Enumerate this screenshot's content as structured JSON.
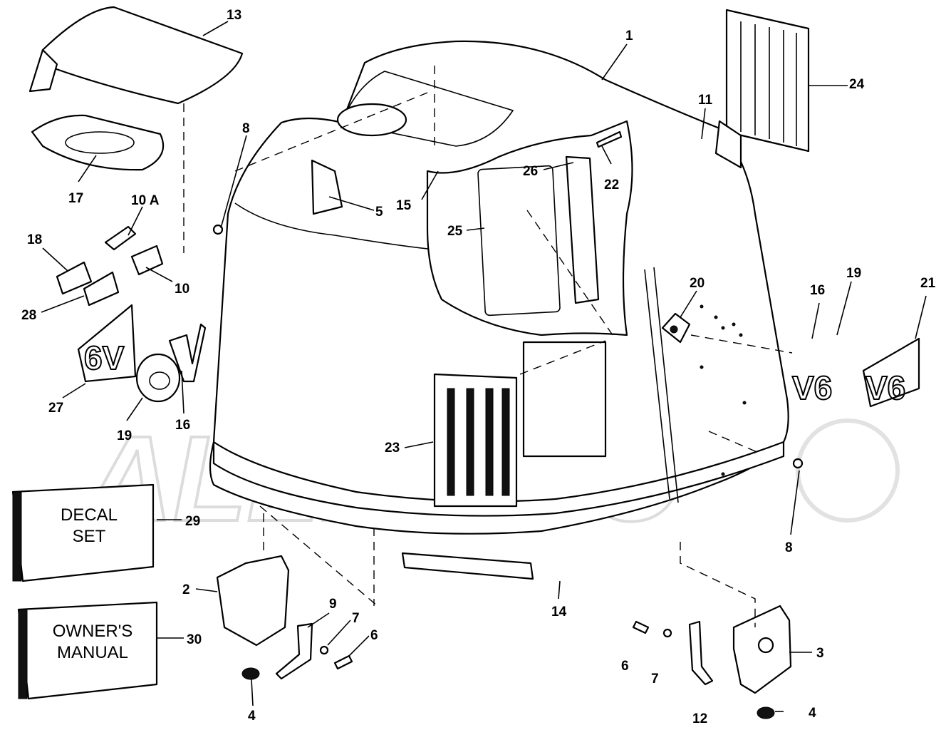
{
  "watermark": "ALLMOTO",
  "callouts": {
    "c1": "1",
    "c2": "2",
    "c3": "3",
    "c4a": "4",
    "c4b": "4",
    "c5": "5",
    "c6a": "6",
    "c6b": "6",
    "c7a": "7",
    "c7b": "7",
    "c8a": "8",
    "c8b": "8",
    "c9": "9",
    "c10": "10",
    "c10a": "10 A",
    "c11": "11",
    "c12": "12",
    "c13": "13",
    "c14": "14",
    "c15": "15",
    "c16a": "16",
    "c16b": "16",
    "c17": "17",
    "c18": "18",
    "c19a": "19",
    "c19b": "19",
    "c20": "20",
    "c21": "21",
    "c22": "22",
    "c23": "23",
    "c24": "24",
    "c25": "25",
    "c26": "26",
    "c27": "27",
    "c28": "28",
    "c29": "29",
    "c30": "30"
  },
  "boxes": {
    "decal_line1": "DECAL",
    "decal_line2": "SET",
    "manual_line1": "OWNER'S",
    "manual_line2": "MANUAL"
  },
  "badges": {
    "v6": "V6",
    "v6_rotated": "6V"
  }
}
